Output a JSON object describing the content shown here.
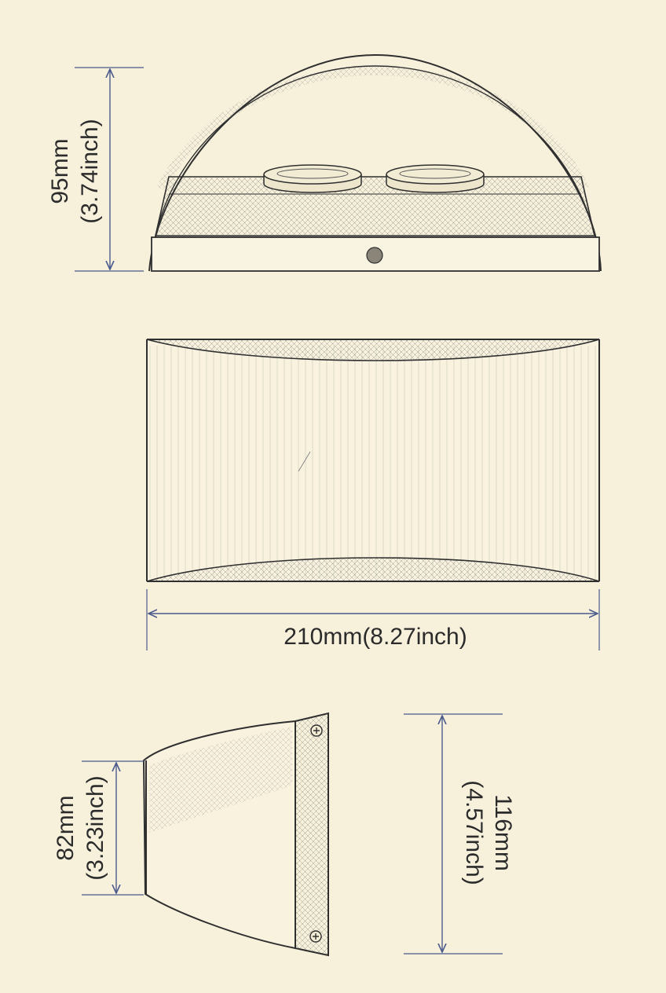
{
  "colors": {
    "paper": "#f7f1dc",
    "ink": "#2f2f2f",
    "dimension_line": "#4a5a8c"
  },
  "top_view": {
    "height_mm": "95mm",
    "height_in": "(3.74inch)"
  },
  "front_view": {
    "width_label": "210mm(8.27inch)"
  },
  "side_view": {
    "depth_mm": "82mm",
    "depth_in": "(3.23inch)",
    "height_mm": "116mm",
    "height_in": "(4.57inch)"
  }
}
